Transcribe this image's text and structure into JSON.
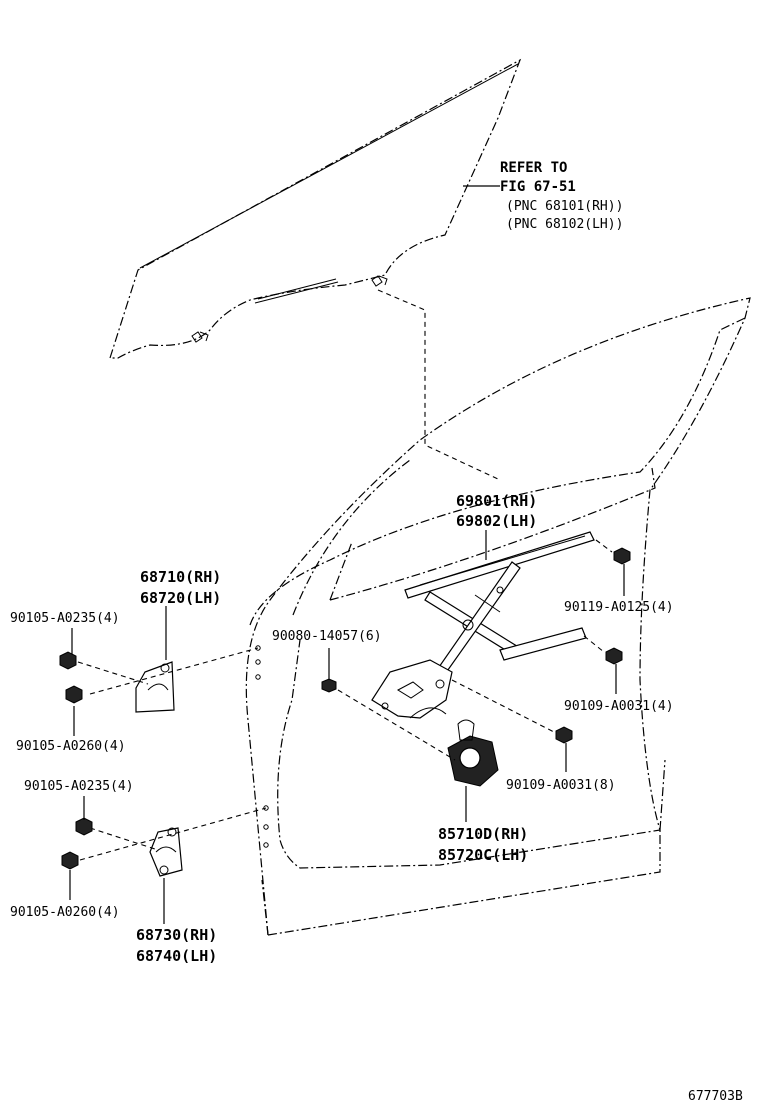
{
  "refer": {
    "line1": "REFER TO",
    "line2": "FIG 67-51",
    "line3": "(PNC 68101(RH))",
    "line4": "(PNC 68102(LH))"
  },
  "callouts": {
    "regulator_rh": "69801(RH)",
    "regulator_lh": "69802(LH)",
    "bolt_90119": "90119-A0125(4)",
    "bolt_90109_4": "90109-A0031(4)",
    "bolt_90109_8": "90109-A0031(8)",
    "motor_rh": "85710D(RH)",
    "motor_lh": "85720C(LH)",
    "screw_90080": "90080-14057(6)",
    "upper_hinge_rh": "68710(RH)",
    "upper_hinge_lh": "68720(LH)",
    "upper_bolt_a": "90105-A0235(4)",
    "upper_bolt_b": "90105-A0260(4)",
    "lower_bolt_a": "90105-A0235(4)",
    "lower_bolt_b": "90105-A0260(4)",
    "lower_hinge_rh": "68730(RH)",
    "lower_hinge_lh": "68740(LH)"
  },
  "figure_id": "677703B"
}
